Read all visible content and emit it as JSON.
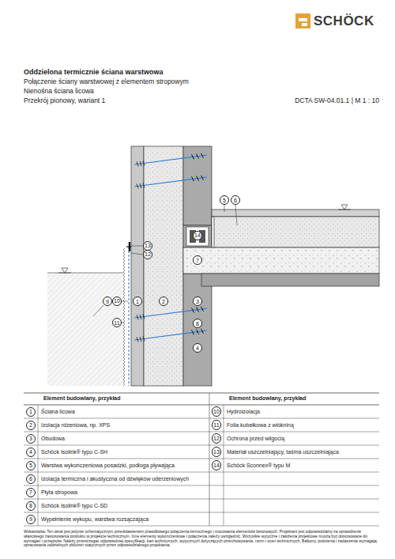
{
  "diagram": {
    "title": "Oddzielona termicznie ściana warstwowa",
    "nodes": [
      {
        "text": [
          "5"
        ]
      },
      {
        "text": [
          "6"
        ]
      },
      {
        "text": [
          "14"
        ]
      },
      {
        "text": [
          "13"
        ]
      },
      {
        "text": [
          "12"
        ]
      },
      {
        "text": [
          "7"
        ]
      },
      {
        "text": [
          "9"
        ]
      },
      {
        "text": [
          "10"
        ]
      },
      {
        "text": [
          "1"
        ]
      },
      {
        "text": [
          "2"
        ]
      },
      {
        "text": [
          "3"
        ]
      },
      {
        "text": [
          "11"
        ]
      },
      {
        "text": [
          "8"
        ]
      },
      {
        "text": [
          "4"
        ]
      },
      {
        "text": [
          "1"
        ]
      },
      {
        "text": [
          "2"
        ]
      },
      {
        "text": [
          "3"
        ]
      },
      {
        "text": [
          "4"
        ]
      },
      {
        "text": [
          "5"
        ]
      },
      {
        "text": [
          "6"
        ]
      },
      {
        "text": [
          "7"
        ]
      },
      {
        "text": [
          "8"
        ]
      },
      {
        "text": [
          "9"
        ]
      },
      {
        "text": [
          "10"
        ]
      },
      {
        "text": [
          "11"
        ]
      },
      {
        "text": [
          "12"
        ]
      },
      {
        "text": [
          "13"
        ]
      },
      {
        "text": [
          "14"
        ]
      }
    ],
    "labels": [
      "SCHÖCK",
      "Połączenie ściany warstwowej z elementem stropowym",
      "Nienośna ściana licowa",
      "Przekrój pionowy, wariant 1",
      "DCTA SW-04.01.1 | M 1 : 10",
      "Element budowlany, przykład",
      "Ściana licowa",
      "Izolacja rdzeniowa, np. XPS",
      "Obudowa",
      "Schöck Isolink® typu C-SH",
      "Warstwa wykończeniowa posadzki, podłoga pływająca",
      "Izolacja termiczna i akustyczna od dźwięków uderzeniowych",
      "Płyta stropowa",
      "Schöck Isolink® typu C-SD",
      "Wypełnienie wykopu, warstwa rozsączająca",
      "Element budowlany, przykład",
      "Hydroizolacja",
      "Folia kubełkowa z włókniną",
      "Ochrona przed wilgocią",
      "Materiał uszczelniający, taśma uszczelniająca",
      "Schöck Sconnex® typu M",
      "Wskazówka: Ten detal jest jedynie schematycznym przedstawieniem prawidłowego połączenia termicznego i mocowania elementów betonowych. Projektant jest odpowiedzialny za sprawdzenie właściwego zastosowania produktu w projekcie technicznym. Inne elementy wykończeniowe i połączenia należy uwzględnić. Wszystkie wytyczne i założenia projektowe muszą być dostosowane do wymagań i przepisów. Należy przestrzegać odpowiedniej specyfikacji, kart technicznych, wytycznych dotyczących przechowywania, norm i ocen technicznych. Balkony, podcienia i zadaszenia wymagają opracowania oddzielnych obliczeń statycznych przez odpowiedzialnego projektanta."
    ]
  }
}
